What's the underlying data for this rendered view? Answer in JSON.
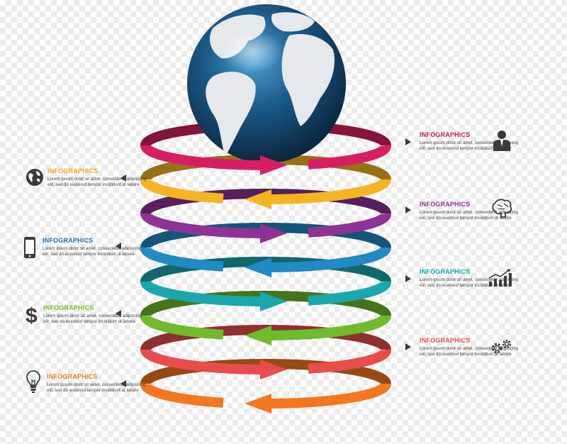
{
  "colors": {
    "pink": "#d81e63",
    "yellow": "#f5b423",
    "purple": "#8e3295",
    "blue": "#1f8ac4",
    "teal": "#1aa7ad",
    "green": "#6fbb2b",
    "red": "#e84c4c",
    "orange": "#f4771f",
    "icon": "#3a3a3a"
  },
  "rings": [
    {
      "color": "pink",
      "dir": "right"
    },
    {
      "color": "yellow",
      "dir": "left"
    },
    {
      "color": "purple",
      "dir": "right"
    },
    {
      "color": "blue",
      "dir": "left"
    },
    {
      "color": "teal",
      "dir": "right"
    },
    {
      "color": "green",
      "dir": "left"
    },
    {
      "color": "red",
      "dir": "right"
    },
    {
      "color": "orange",
      "dir": "left"
    }
  ],
  "blocks": [
    {
      "title": "INFOGRAPHICS",
      "color": "#c2185b",
      "icon": "person-icon",
      "body": "Lorem ipsum dolor sit amet, consectetur adipiscing elit, sed do eiusmod tempor incididunt ut labore"
    },
    {
      "title": "INFOGRAPHICS",
      "color": "#f5a623",
      "icon": "globe-icon",
      "body": "Lorem ipsum dolor sit amet, consectetur adipiscing elit, sed do eiusmod tempor incididunt ut labore"
    },
    {
      "title": "INFOGRAPHICS",
      "color": "#8e3295",
      "icon": "brain-icon",
      "body": "Lorem ipsum dolor sit amet, consectetur adipiscing elit, sed do eiusmod tempor incididunt ut labore"
    },
    {
      "title": "INFOGRAPHICS",
      "color": "#1f6fb5",
      "icon": "smartphone-icon",
      "body": "Lorem ipsum dolor sit amet, consectetur adipiscing elit, sed do eiusmod tempor incididunt ut labore"
    },
    {
      "title": "INFOGRAPHICS",
      "color": "#1aa7ad",
      "icon": "bar-chart-icon",
      "body": "Lorem ipsum dolor sit amet, consectetur adipiscing elit, sed do eiusmod tempor incididunt ut labore"
    },
    {
      "title": "INFOGRAPHICS",
      "color": "#6fbb2b",
      "icon": "dollar-icon",
      "body": "Lorem ipsum dolor sit amet, consectetur adipiscing elit, sed do eiusmod tempor incididunt ut labore"
    },
    {
      "title": "INFOGRAPHICS",
      "color": "#e84c4c",
      "icon": "gears-icon",
      "body": "Lorem ipsum dolor sit amet, consectetur adipiscing elit, sed do eiusmod tempor incididunt ut labore"
    },
    {
      "title": "INFOGRAPHICS",
      "color": "#f4771f",
      "icon": "lightbulb-icon",
      "body": "Lorem ipsum dolor sit amet, consectetur adipiscing elit, sed do eiusmod tempor incididunt ut labore"
    }
  ]
}
